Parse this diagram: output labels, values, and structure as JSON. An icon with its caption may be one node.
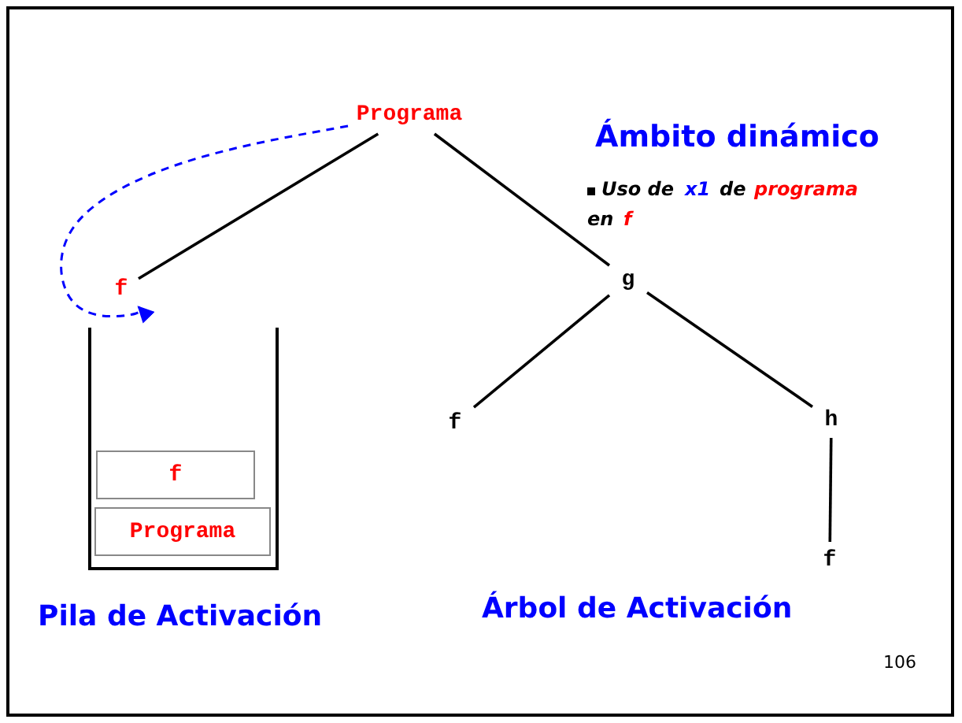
{
  "diagram": {
    "title": "Ámbito dinámico",
    "nodes": [
      {
        "text": [
          "Programa"
        ]
      },
      {
        "text": [
          "f"
        ]
      },
      {
        "text": [
          "g"
        ]
      },
      {
        "text": [
          "f"
        ]
      },
      {
        "text": [
          "h"
        ]
      },
      {
        "text": [
          "f"
        ]
      },
      {
        "text": [],
        "shape": "box"
      },
      {
        "text": [
          "f"
        ],
        "in": 6
      },
      {
        "text": [
          "Programa"
        ],
        "in": 6
      }
    ],
    "edges": [
      {
        "from": 0,
        "to": 1,
        "arrow": "none"
      },
      {
        "from": 0,
        "to": 2,
        "arrow": "none"
      },
      {
        "from": 2,
        "to": 3,
        "arrow": "none"
      },
      {
        "from": 2,
        "to": 4,
        "arrow": "none"
      },
      {
        "from": 4,
        "to": 5,
        "arrow": "none"
      },
      {
        "from": 0,
        "to": 1,
        "arrow": "to",
        "style": "dashed",
        "color": "#0000ff"
      }
    ],
    "labels": [
      "Uso de",
      "x1",
      "de",
      "programa",
      "en",
      "f",
      "Pila de Activación",
      "Árbol de Activación",
      "106"
    ]
  }
}
